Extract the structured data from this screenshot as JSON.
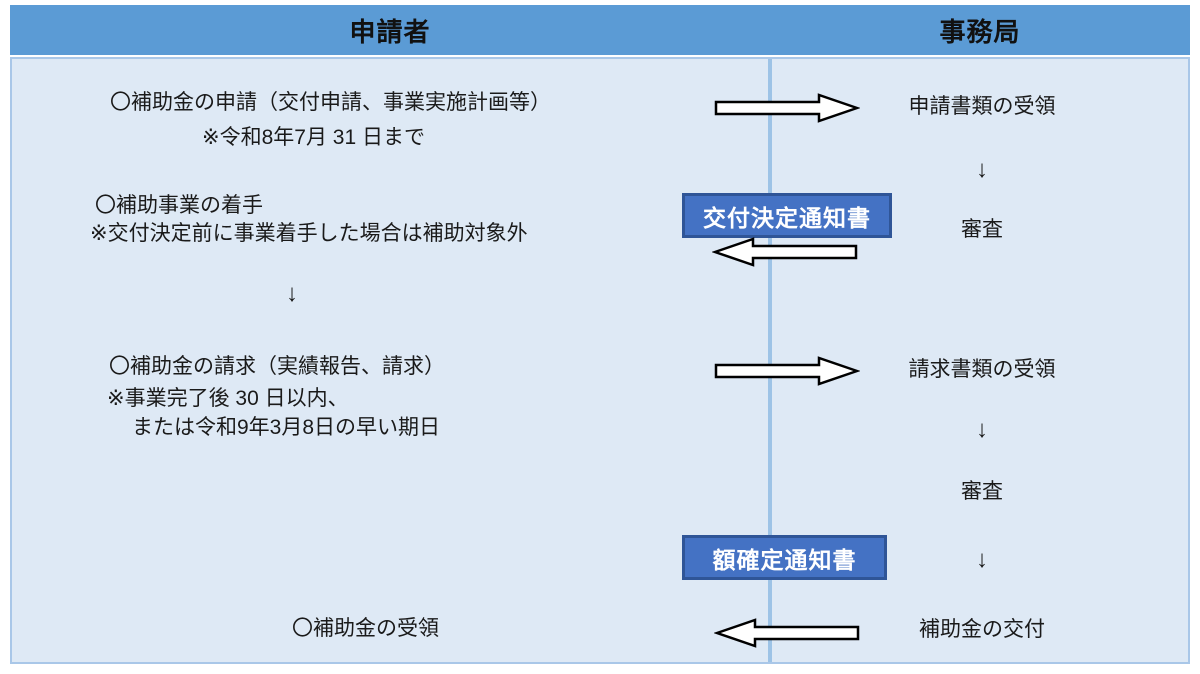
{
  "colors": {
    "header_fill": "#5B9BD5",
    "panel_fill": "#DEE9F5",
    "panel_border": "#A9C7E8",
    "divider": "#9DC3E6",
    "notice_fill": "#4472C4",
    "notice_border": "#2F5597",
    "arrow_fill": "#FFFFFF",
    "arrow_stroke": "#000000"
  },
  "header": {
    "applicant": "申請者",
    "office": "事務局"
  },
  "applicant": {
    "step1": {
      "line1": "〇補助金の申請（交付申請、事業実施計画等）",
      "line2": "※令和8年7月 31 日まで"
    },
    "step2": {
      "line1": "〇補助事業の着手",
      "line2": "※交付決定前に事業着手した場合は補助対象外"
    },
    "down_arrow": "↓",
    "step3": {
      "line1": "〇補助金の請求（実績報告、請求）",
      "line2": "※事業完了後 30 日以内、",
      "line3": "または令和9年3月8日の早い期日"
    },
    "step4": "〇補助金の受領"
  },
  "office": {
    "step1": "申請書類の受領",
    "arrow1": "↓",
    "step2": "審査",
    "step3": "請求書類の受領",
    "arrow2": "↓",
    "step4": "審査",
    "arrow3": "↓",
    "step5": "補助金の交付"
  },
  "notices": {
    "grant_decision": "交付決定通知書",
    "amount_confirmation": "額確定通知書"
  }
}
